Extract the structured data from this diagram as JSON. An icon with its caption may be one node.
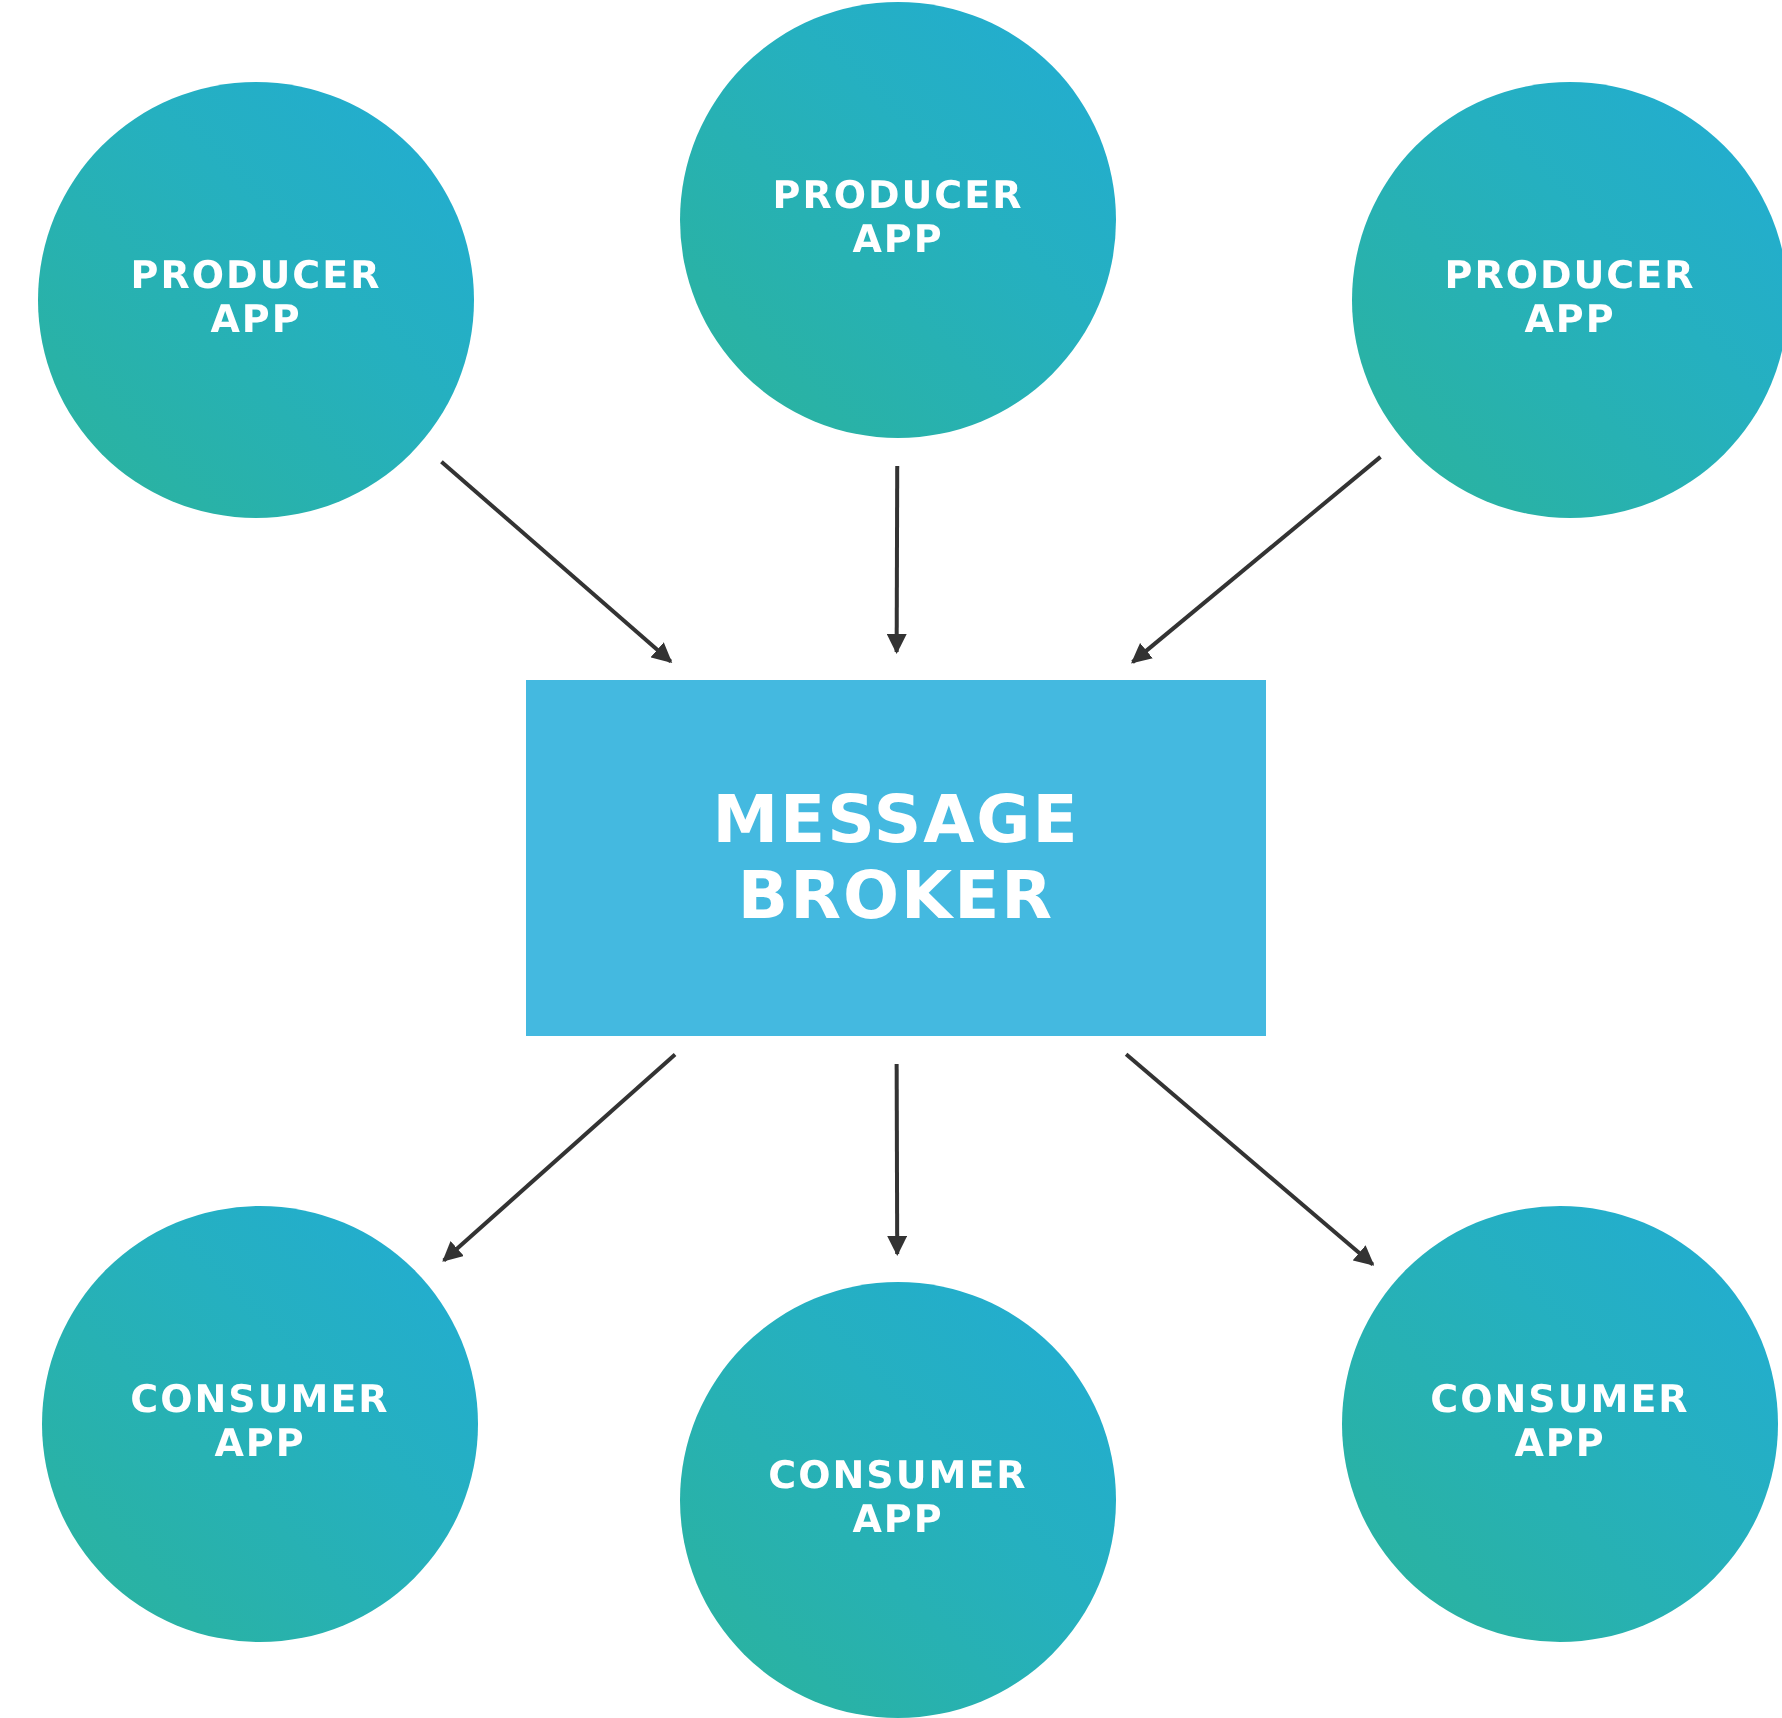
{
  "diagram": {
    "nodes": [
      {
        "text": [
          "PRODUCER APP"
        ]
      },
      {
        "text": [
          "PRODUCER APP"
        ]
      },
      {
        "text": [
          "PRODUCER APP"
        ]
      },
      {
        "text": [
          "MESSAGE BROKER"
        ]
      },
      {
        "text": [
          "CONSUMER APP"
        ]
      },
      {
        "text": [
          "CONSUMER APP"
        ]
      },
      {
        "text": [
          "CONSUMER APP"
        ]
      }
    ],
    "edges": [
      {
        "from": 0,
        "to": 3,
        "arrow": "to"
      },
      {
        "from": 1,
        "to": 3,
        "arrow": "to"
      },
      {
        "from": 2,
        "to": 3,
        "arrow": "to"
      },
      {
        "from": 3,
        "to": 4,
        "arrow": "to"
      },
      {
        "from": 3,
        "to": 5,
        "arrow": "to"
      },
      {
        "from": 3,
        "to": 6,
        "arrow": "to"
      }
    ]
  }
}
